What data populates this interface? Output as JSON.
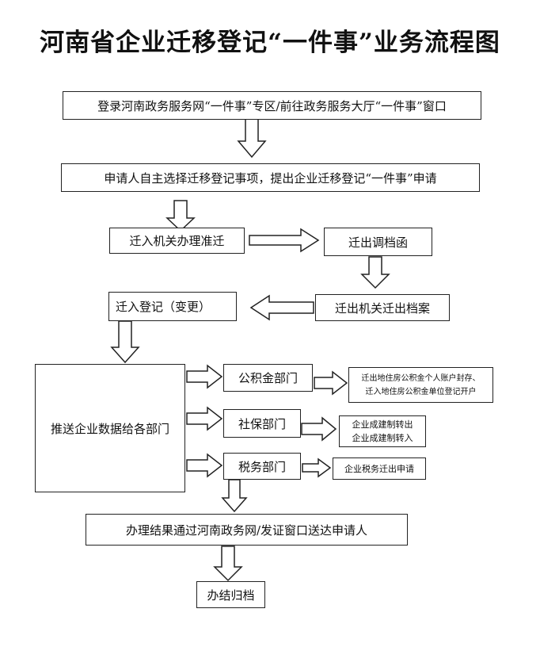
{
  "title": "河南省企业迁移登记“一件事”业务流程图",
  "steps": {
    "login": "登录河南政务服务网“一件事”专区/前往政务服务大厅“一件事”窗口",
    "apply": "申请人自主选择迁移登记事项，提出企业迁移登记“一件事”申请",
    "move_in_approve": "迁入机关办理准迁",
    "transfer_letter": "迁出调档函",
    "move_out_archive": "迁出机关迁出档案",
    "move_in_register": "迁入登记（变更）",
    "push_data": "推送企业数据给各部门",
    "fund_dept": "公积金部门",
    "social_dept": "社保部门",
    "tax_dept": "税务部门",
    "fund_result": [
      "迁出地住房公积金个人账户封存、",
      "迁入地住房公积金单位登记开户"
    ],
    "social_result": [
      "企业成建制转出",
      "企业成建制转入"
    ],
    "tax_result": "企业税务迁出申请",
    "deliver": "办理结果通过河南政务网/发证窗口送达申请人",
    "archive": "办结归档"
  }
}
